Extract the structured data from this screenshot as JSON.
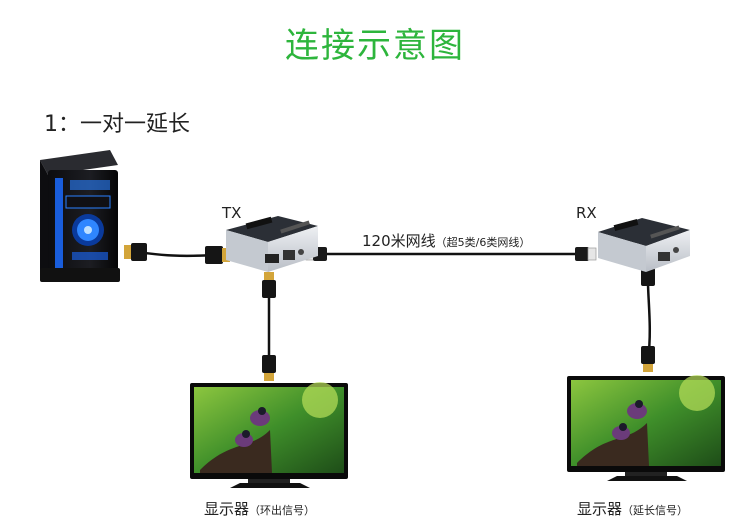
{
  "title": "连接示意图",
  "subtitle": "1：一对一延长",
  "tx_label": "TX",
  "rx_label": "RX",
  "cable_label": {
    "main": "120米网线",
    "note": "（超5类/6类网线）"
  },
  "displays": [
    {
      "label": "显示器",
      "note": "（环出信号）"
    },
    {
      "label": "显示器",
      "note": "（延长信号）"
    }
  ],
  "colors": {
    "title": "#2db53c",
    "cable": "#111111",
    "extender_body": "#d9dde2",
    "extender_top": "#2b2f36",
    "pc_accent": "#1b6bff",
    "hdmi_gold": "#d3a53a"
  }
}
